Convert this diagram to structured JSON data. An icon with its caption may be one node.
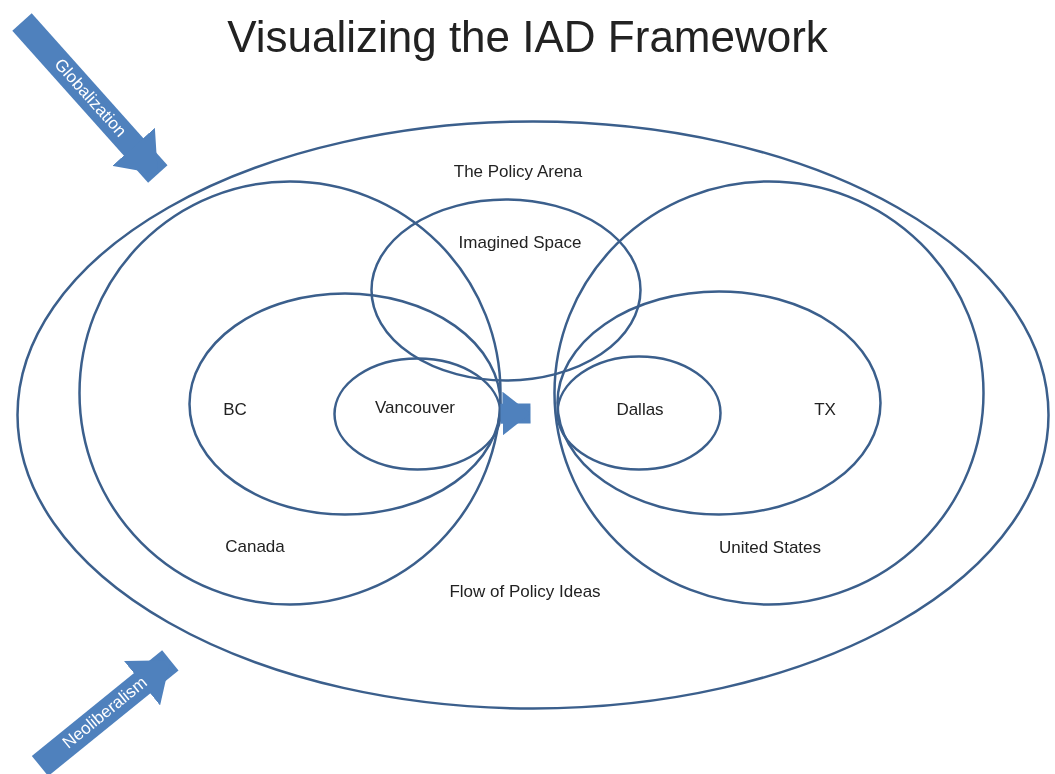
{
  "diagram": {
    "title": "Visualizing the IAD Framework",
    "nodes": [
      {
        "text": [
          "The Policy Arena"
        ]
      },
      {
        "text": [
          "Canada"
        ],
        "in": 0
      },
      {
        "text": [
          "BC"
        ],
        "in": 1
      },
      {
        "text": [
          "Vancouver"
        ],
        "in": 2
      },
      {
        "text": [
          "Imagined Space"
        ],
        "in": 0
      },
      {
        "text": [
          "United States"
        ],
        "in": 0
      },
      {
        "text": [
          "TX"
        ],
        "in": 5
      },
      {
        "text": [
          "Dallas"
        ],
        "in": 6
      }
    ],
    "edges": [
      {
        "from": 3,
        "to": 7,
        "arrow": "to"
      },
      {
        "from": null,
        "to": 0,
        "arrow": "to",
        "label": "Globalization"
      },
      {
        "from": null,
        "to": 0,
        "arrow": "to",
        "label": "Neoliberalism"
      }
    ],
    "labels": [
      "Flow of Policy Ideas"
    ]
  }
}
